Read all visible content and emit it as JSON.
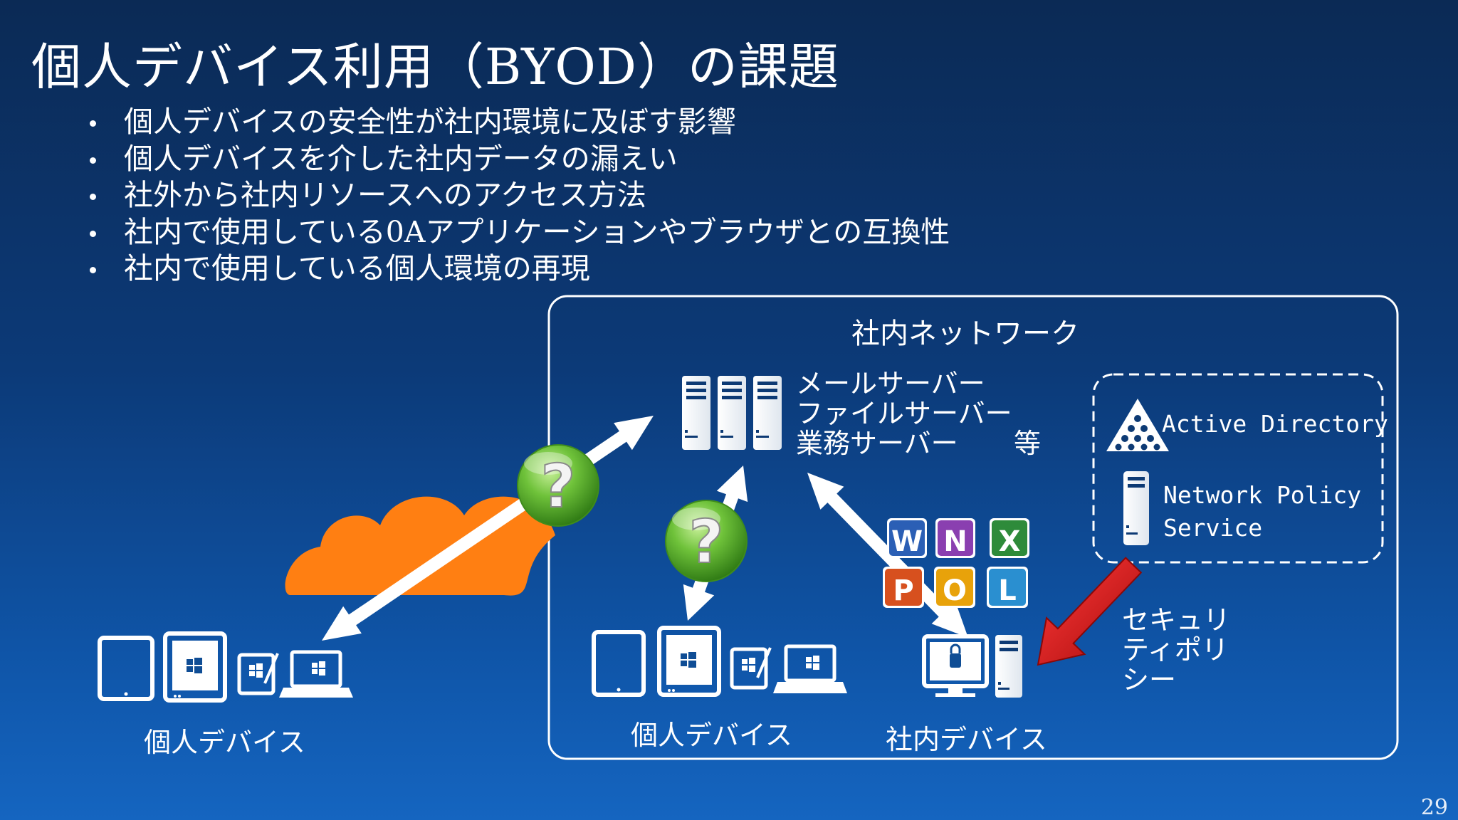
{
  "slide": {
    "title": "個人デバイス利用（BYOD）の課題",
    "bullets": [
      "個人デバイスの安全性が社内環境に及ぼす影響",
      "個人デバイスを介した社内データの漏えい",
      "社外から社内リソースへのアクセス方法",
      "社内で使用している0Aアプリケーションやブラウザとの互換性",
      "社内で使用している個人環境の再現"
    ],
    "page_number": "29"
  },
  "diagram": {
    "network_label": "社内ネットワーク",
    "servers": {
      "line1": "メールサーバー",
      "line2": "ファイルサーバー",
      "line3": "業務サーバー",
      "etc": "等"
    },
    "active_directory": "Active Directory",
    "nps_line1": "Network Policy",
    "nps_line2": "Service",
    "security_policy": [
      "セキュリ",
      "ティポリ",
      "シー"
    ],
    "personal_devices_outside": "個人デバイス",
    "personal_devices_inside": "個人デバイス",
    "company_devices": "社内デバイス",
    "question_mark": "?",
    "office_icons": [
      "W",
      "N",
      "X",
      "P",
      "O",
      "L"
    ]
  },
  "colors": {
    "cloud": "#ff7f12",
    "question": "#5fb52a",
    "policy_arrow": "#e01b1b",
    "word": "#2b5fb5",
    "onenote": "#8a3fb0",
    "excel": "#2e8b3a",
    "powerpoint": "#d7501e",
    "outlook": "#e8a20a",
    "lync": "#2a8fd0"
  }
}
